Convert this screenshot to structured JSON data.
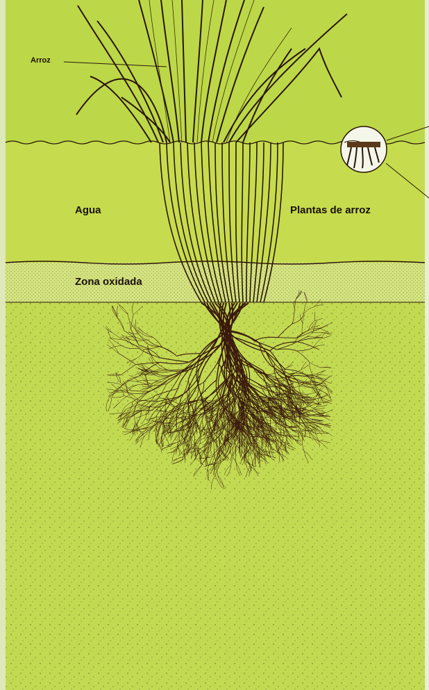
{
  "diagram": {
    "labels": {
      "rice": "Arroz",
      "water": "Agua",
      "rice_plants": "Plantas de arroz",
      "oxidized_zone": "Zona oxidada"
    },
    "colors": {
      "background_green": "#bcd848",
      "water_green": "#c6dc4e",
      "oxidized_band": "#d4e480",
      "soil_green": "#c2da52",
      "ink": "#2a1408",
      "root_brown": "#3a1a0c"
    }
  }
}
